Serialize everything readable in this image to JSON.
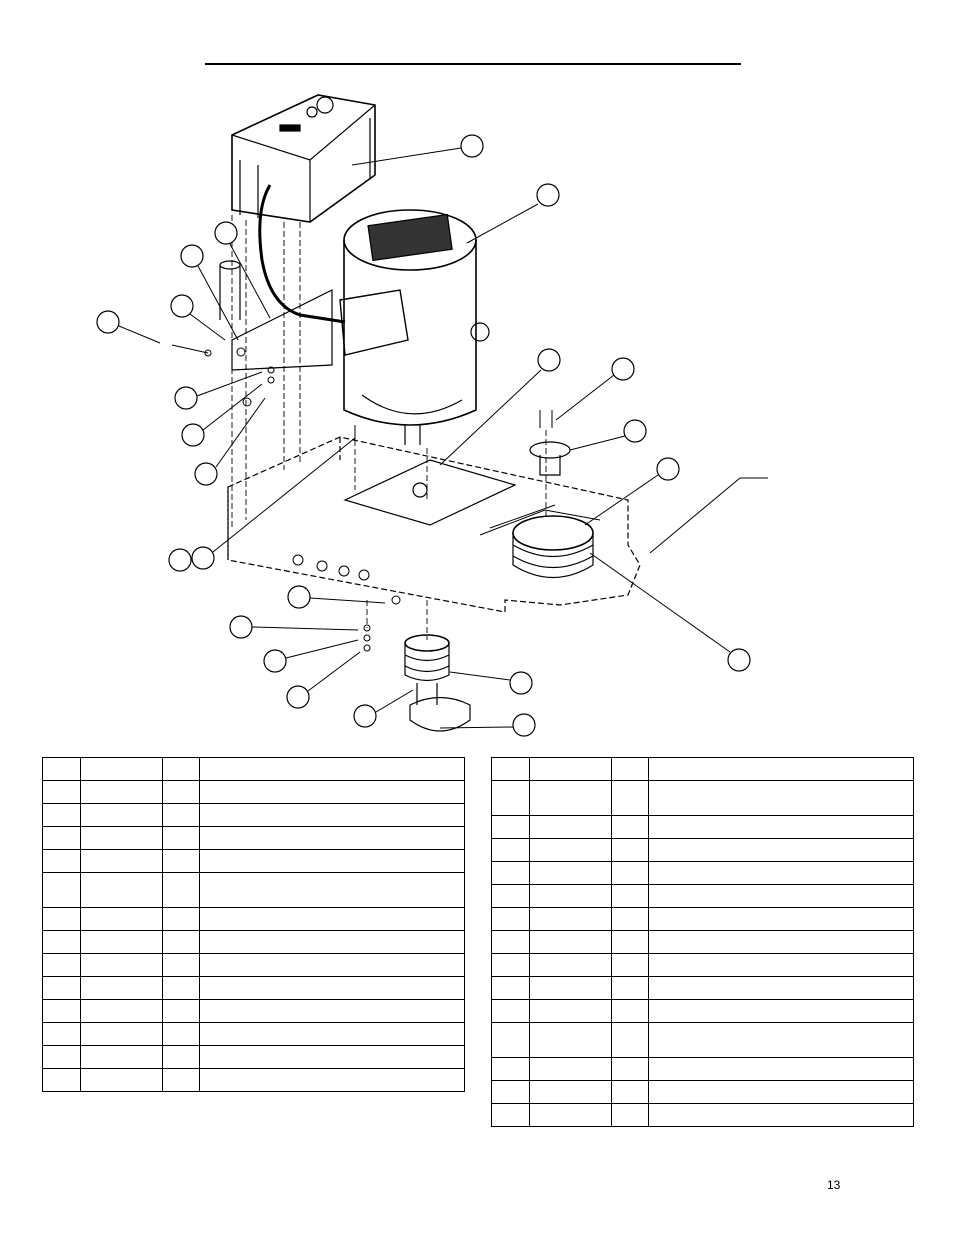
{
  "page": {
    "number": "13"
  },
  "table_left": {
    "rows": [
      1,
      1,
      1,
      1,
      1,
      2,
      1,
      1,
      1,
      1,
      1,
      1,
      1,
      1
    ]
  },
  "table_right": {
    "rows": [
      1,
      2,
      1,
      1,
      1,
      1,
      1,
      1,
      1,
      1,
      1,
      2,
      1,
      1,
      1
    ]
  }
}
